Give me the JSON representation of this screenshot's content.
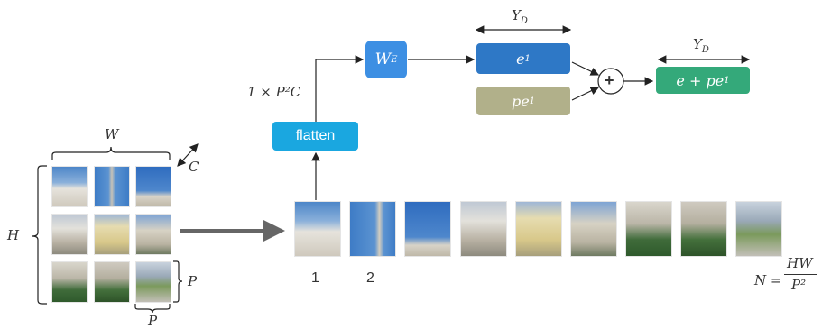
{
  "labels": {
    "w": "W",
    "h": "H",
    "c": "C",
    "p_right": "P",
    "p_bottom": "P",
    "dim_top": "1 × P²C",
    "yd_1": "Y",
    "yd_1_sub": "D",
    "yd_2": "Y",
    "yd_2_sub": "D",
    "idx_1": "1",
    "idx_2": "2",
    "n_lhs": "N =",
    "n_num": "HW",
    "n_den": "P²"
  },
  "boxes": {
    "flatten": "flatten",
    "we": "W",
    "we_sub": "E",
    "e1": "e",
    "e1_sub": "1",
    "pe1": "pe",
    "pe1_sub": "1",
    "sum": "e + pe",
    "sum_sub": "1",
    "plus": "+"
  },
  "colors": {
    "flatten": "#1aa7e0",
    "we": "#3d8fe3",
    "e1": "#2e78c6",
    "pe1": "#b1b08a",
    "sum": "#34a97a",
    "arrow_big": "#666666",
    "line": "#222222"
  }
}
